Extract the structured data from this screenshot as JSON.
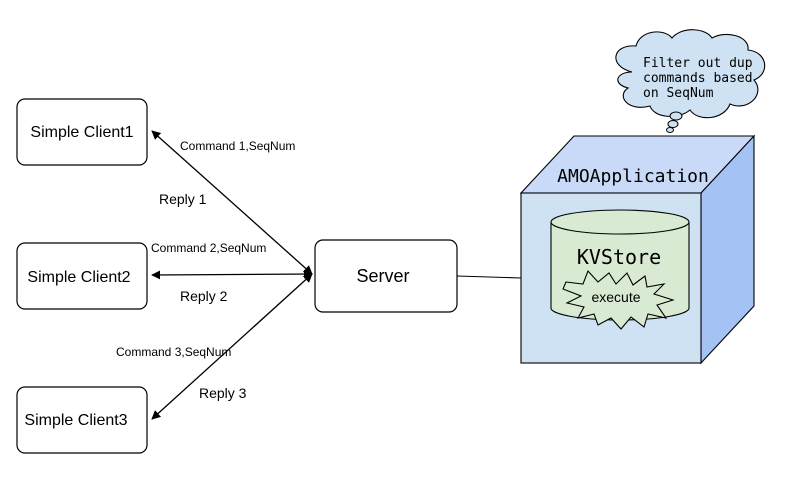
{
  "clients": [
    {
      "label": "Simple Client1"
    },
    {
      "label": "Simple Client2"
    },
    {
      "label": "Simple Client3"
    }
  ],
  "server": {
    "label": "Server"
  },
  "messages": {
    "command1": "Command 1,SeqNum",
    "reply1": "Reply 1",
    "command2": "Command 2,SeqNum",
    "reply2": "Reply 2",
    "command3": "Command 3,SeqNum",
    "reply3": "Reply 3"
  },
  "app": {
    "title": "AMOApplication"
  },
  "store": {
    "title": "KVStore",
    "action": "execute"
  },
  "thought": {
    "line1": "Filter out dup",
    "line2": "commands based",
    "line3": "on SeqNum"
  },
  "colors": {
    "cube_front": "#cfe2f3",
    "cube_side": "#c9daf8",
    "store_fill": "#d9ead3",
    "stroke": "#000000",
    "thought_fill": "#cfe2f3"
  }
}
